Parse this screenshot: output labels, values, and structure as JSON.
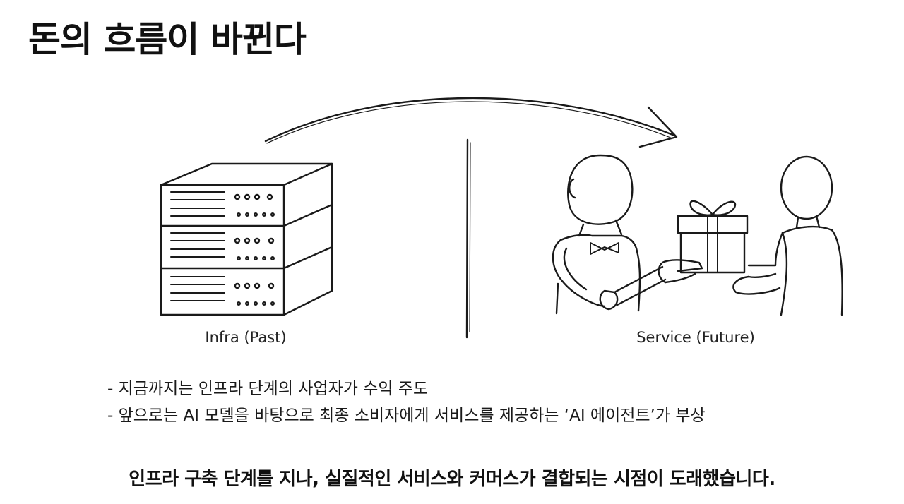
{
  "title": "돈의 흐름이 바뀐다",
  "left_caption": "Infra (Past)",
  "right_caption": "Service (Future)",
  "bullets": [
    "- 지금까지는 인프라 단계의 사업자가 수익 주도",
    "- 앞으로는  AI 모델을 바탕으로 최종 소비자에게 서비스를 제공하는 ‘AI 에이전트’가 부상"
  ],
  "summary": "인프라 구축 단계를 지나, 실질적인 서비스와 커머스가 결합되는 시점이 도래했습니다.",
  "icons": [
    "server-rack-icon",
    "flow-arrow-icon",
    "robot-icon",
    "gift-box-icon",
    "person-icon"
  ]
}
